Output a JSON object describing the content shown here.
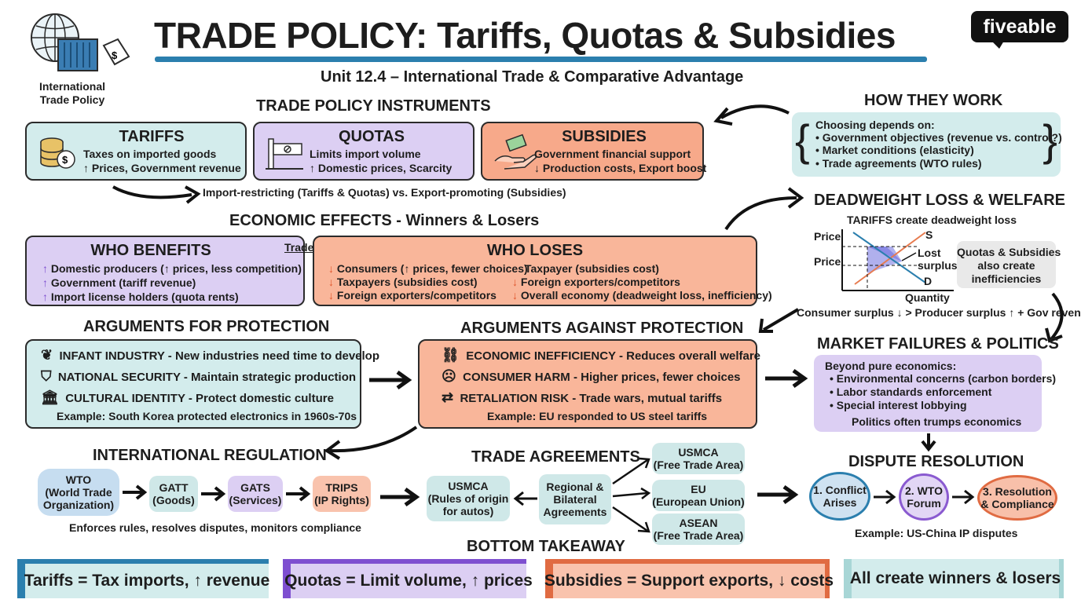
{
  "header": {
    "title": "TRADE POLICY: Tariffs, Quotas & Subsidies",
    "subtitle": "Unit 12.4 – International Trade & Comparative Advantage",
    "logo_caption_1": "International",
    "logo_caption_2": "Trade Policy",
    "brand_left": "five",
    "brand_right": "able"
  },
  "instruments": {
    "heading": "TRADE POLICY INSTRUMENTS",
    "tariffs": {
      "title": "TARIFFS",
      "line1": "Taxes on imported goods",
      "line2": "↑ Prices, Government revenue"
    },
    "quotas": {
      "title": "QUOTAS",
      "line1": "Limits import volume",
      "line2": "↑ Domestic prices, Scarcity"
    },
    "subsidies": {
      "title": "SUBSIDIES",
      "line1": "Government financial support",
      "line2": "↓ Production costs, Export boost"
    },
    "note": "Import-restricting (Tariffs & Quotas) vs. Export-promoting (Subsidies)"
  },
  "how_they_work": {
    "heading": "HOW THEY WORK",
    "intro": "Choosing depends on:",
    "items": [
      "Government objectives (revenue vs. control?)",
      "Market conditions (elasticity)",
      "Trade agreements (WTO rules)"
    ]
  },
  "effects": {
    "heading": "ECONOMIC EFFECTS - Winners & Losers",
    "tradeoff": "Trade-off",
    "benefits": {
      "title": "WHO BENEFITS",
      "items": [
        "Domestic producers (↑ prices, less competition)",
        "Government (tariff revenue)",
        "Import license holders (quota rents)"
      ]
    },
    "loses": {
      "title": "WHO LOSES",
      "left": [
        "Consumers (↑ prices, fewer choices)",
        "Taxpayers (subsidies cost)",
        "Foreign exporters/competitors"
      ],
      "right": [
        "Taxpayer (subsidies cost)",
        "Foreign exporters/competitors",
        "Overall economy (deadweight loss, inefficiency)"
      ]
    }
  },
  "deadweight": {
    "heading": "DEADWEIGHT LOSS & WELFARE",
    "sub": "TARIFFS create deadweight loss",
    "price1": "Price",
    "price2": "Price",
    "s_label": "S",
    "d_label": "D",
    "lost1": "Lost",
    "lost2": "surplus",
    "quantity": "Quantity",
    "side1": "Quotas & Subsidies",
    "side2": "also create",
    "side3": "inefficiencies",
    "summary": "Consumer surplus ↓ > Producer surplus ↑ + Gov revenue"
  },
  "for_protection": {
    "heading": "ARGUMENTS FOR PROTECTION",
    "items": [
      {
        "name": "INFANT INDUSTRY",
        "desc": " - New industries need time to develop"
      },
      {
        "name": "NATIONAL SECURITY",
        "desc": " - Maintain strategic production"
      },
      {
        "name": "CULTURAL IDENTITY",
        "desc": " - Protect domestic culture"
      }
    ],
    "example": "Example: South Korea protected electronics in 1960s-70s"
  },
  "against_protection": {
    "heading": "ARGUMENTS AGAINST PROTECTION",
    "items": [
      {
        "name": "ECONOMIC INEFFICIENCY",
        "desc": " - Reduces overall welfare"
      },
      {
        "name": "CONSUMER HARM",
        "desc": " - Higher prices, fewer choices"
      },
      {
        "name": "RETALIATION RISK",
        "desc": " - Trade wars, mutual tariffs"
      }
    ],
    "example": "Example: EU responded to US steel tariffs"
  },
  "market_failures": {
    "heading": "MARKET FAILURES & POLITICS",
    "intro": "Beyond pure economics:",
    "items": [
      "Environmental concerns (carbon borders)",
      "Labor standards enforcement",
      "Special interest lobbying"
    ],
    "footer": "Politics often trumps economics"
  },
  "regulation": {
    "heading": "INTERNATIONAL REGULATION",
    "wto": [
      "WTO",
      "(World Trade",
      "Organization)"
    ],
    "gatt": [
      "GATT",
      "(Goods)"
    ],
    "gats": [
      "GATS",
      "(Services)"
    ],
    "trips": [
      "TRIPS",
      "(IP Rights)"
    ],
    "note": "Enforces rules, resolves disputes, monitors compliance"
  },
  "agreements": {
    "heading": "TRADE AGREEMENTS",
    "usmca_left": [
      "USMCA",
      "(Rules of origin",
      "for autos)"
    ],
    "center": [
      "Regional &",
      "Bilateral",
      "Agreements"
    ],
    "usmca": [
      "USMCA",
      "(Free Trade Area)"
    ],
    "eu": [
      "EU",
      "(European Union)"
    ],
    "asean": [
      "ASEAN",
      "(Free Trade Area)"
    ]
  },
  "dispute": {
    "heading": "DISPUTE RESOLUTION",
    "step1": [
      "1. Conflict",
      "Arises"
    ],
    "step2": [
      "2. WTO",
      "Forum"
    ],
    "step3": [
      "3. Resolution",
      "& Compliance"
    ],
    "example": "Example: US-China IP disputes"
  },
  "takeaway": {
    "heading": "BOTTOM TAKEAWAY",
    "items": [
      "Tariffs = Tax imports, ↑ revenue",
      "Quotas = Limit volume, ↑ prices",
      "Subsidies = Support exports, ↓ costs",
      "All create winners & losers"
    ]
  },
  "colors": {
    "teal": "#d3ecec",
    "purple": "#dccff3",
    "orange": "#f7a98a",
    "accent_blue": "#2b7fae"
  }
}
